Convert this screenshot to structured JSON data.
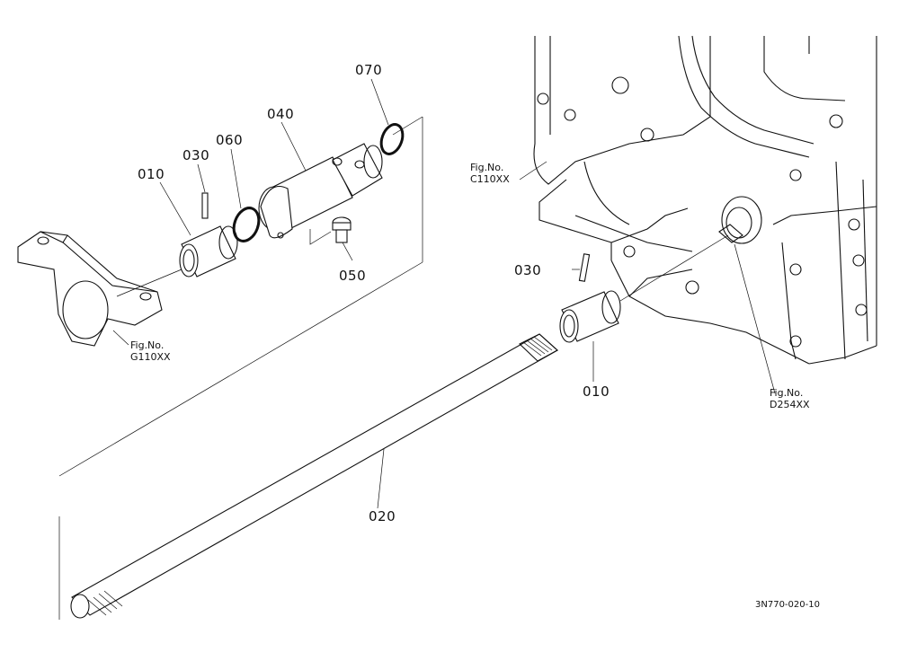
{
  "parts": {
    "p010a": "010",
    "p030a": "030",
    "p060": "060",
    "p040": "040",
    "p070": "070",
    "p050": "050",
    "p020": "020",
    "p030b": "030",
    "p010b": "010"
  },
  "fig_refs": {
    "c110": {
      "line1": "Fig.No.",
      "line2": "C110XX"
    },
    "g110": {
      "line1": "Fig.No.",
      "line2": "G110XX"
    },
    "d254": {
      "line1": "Fig.No.",
      "line2": "D254XX"
    }
  },
  "drawing_code": "3N770-020-10"
}
